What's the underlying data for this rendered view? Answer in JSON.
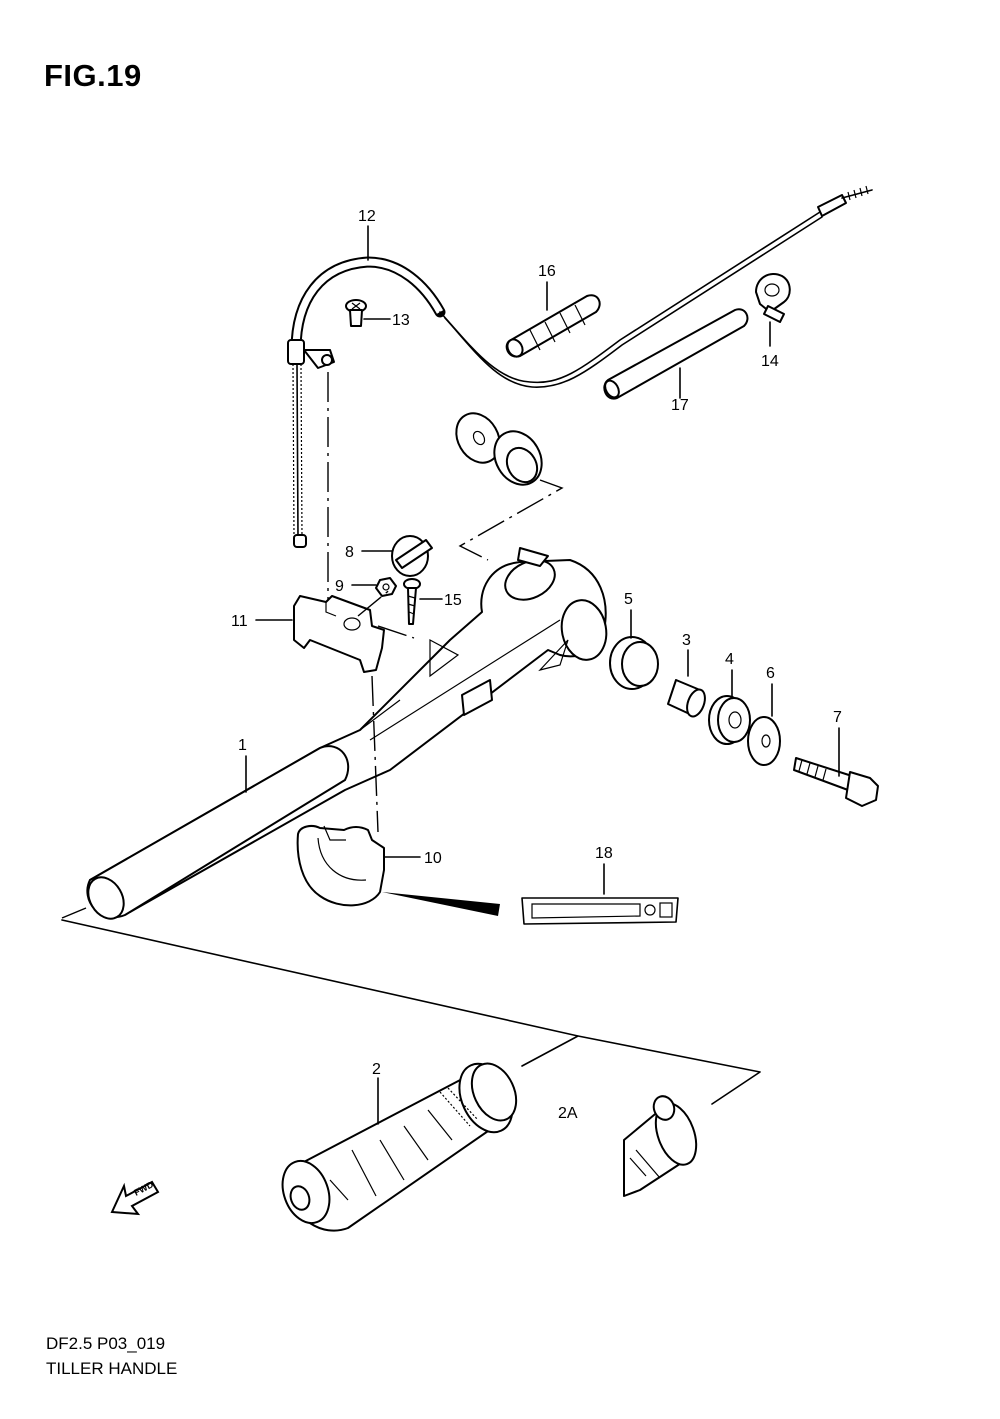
{
  "figure": {
    "title": "FIG.19",
    "model_code": "DF2.5 P03_019",
    "name": "TILLER HANDLE"
  },
  "callouts": {
    "c1": "1",
    "c2": "2",
    "c2A": "2A",
    "c3": "3",
    "c4": "4",
    "c5": "5",
    "c6": "6",
    "c7": "7",
    "c8": "8",
    "c9": "9",
    "c10": "10",
    "c11": "11",
    "c12": "12",
    "c13": "13",
    "c14": "14",
    "c15": "15",
    "c16": "16",
    "c17": "17",
    "c18": "18"
  },
  "fwd_arrow_label": "FWD"
}
